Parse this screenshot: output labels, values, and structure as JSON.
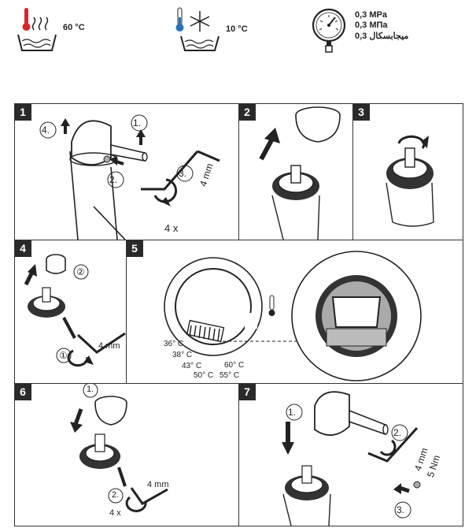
{
  "header": {
    "hot_temp": "60 °C",
    "cold_temp": "10 °C",
    "pressure_line1": "0,3 MPa",
    "pressure_line2": "0,3 MПa",
    "pressure_line3": "ميجابسكال 0,3"
  },
  "panels": [
    {
      "number": "1",
      "callouts": {
        "c1": "1.",
        "c2": "2.",
        "c3": "3.",
        "c4": "4.",
        "tool": "4 mm",
        "count": "4 x"
      }
    },
    {
      "number": "2"
    },
    {
      "number": "3"
    },
    {
      "number": "4",
      "callouts": {
        "c1": "①",
        "c2": "②",
        "tool": "4 mm"
      }
    },
    {
      "number": "5",
      "temps": [
        "36° C",
        "38° C",
        "43° C",
        "50° C",
        "55° C",
        "60° C"
      ]
    },
    {
      "number": "6",
      "callouts": {
        "c1": "1.",
        "c2": "2.",
        "tool": "4 mm",
        "count": "4 x"
      }
    },
    {
      "number": "7",
      "callouts": {
        "c1": "1.",
        "c2": "2.",
        "c3": "3.",
        "tool": "4 mm",
        "torque": "5 Nm"
      }
    }
  ],
  "icons": {
    "hot": "thermometer-hot-icon",
    "cold": "thermometer-snowflake-icon",
    "pressure": "pressure-gauge-icon"
  },
  "colors": {
    "hot": "#d8262a",
    "cold": "#2a6fb8",
    "ink": "#222222"
  }
}
